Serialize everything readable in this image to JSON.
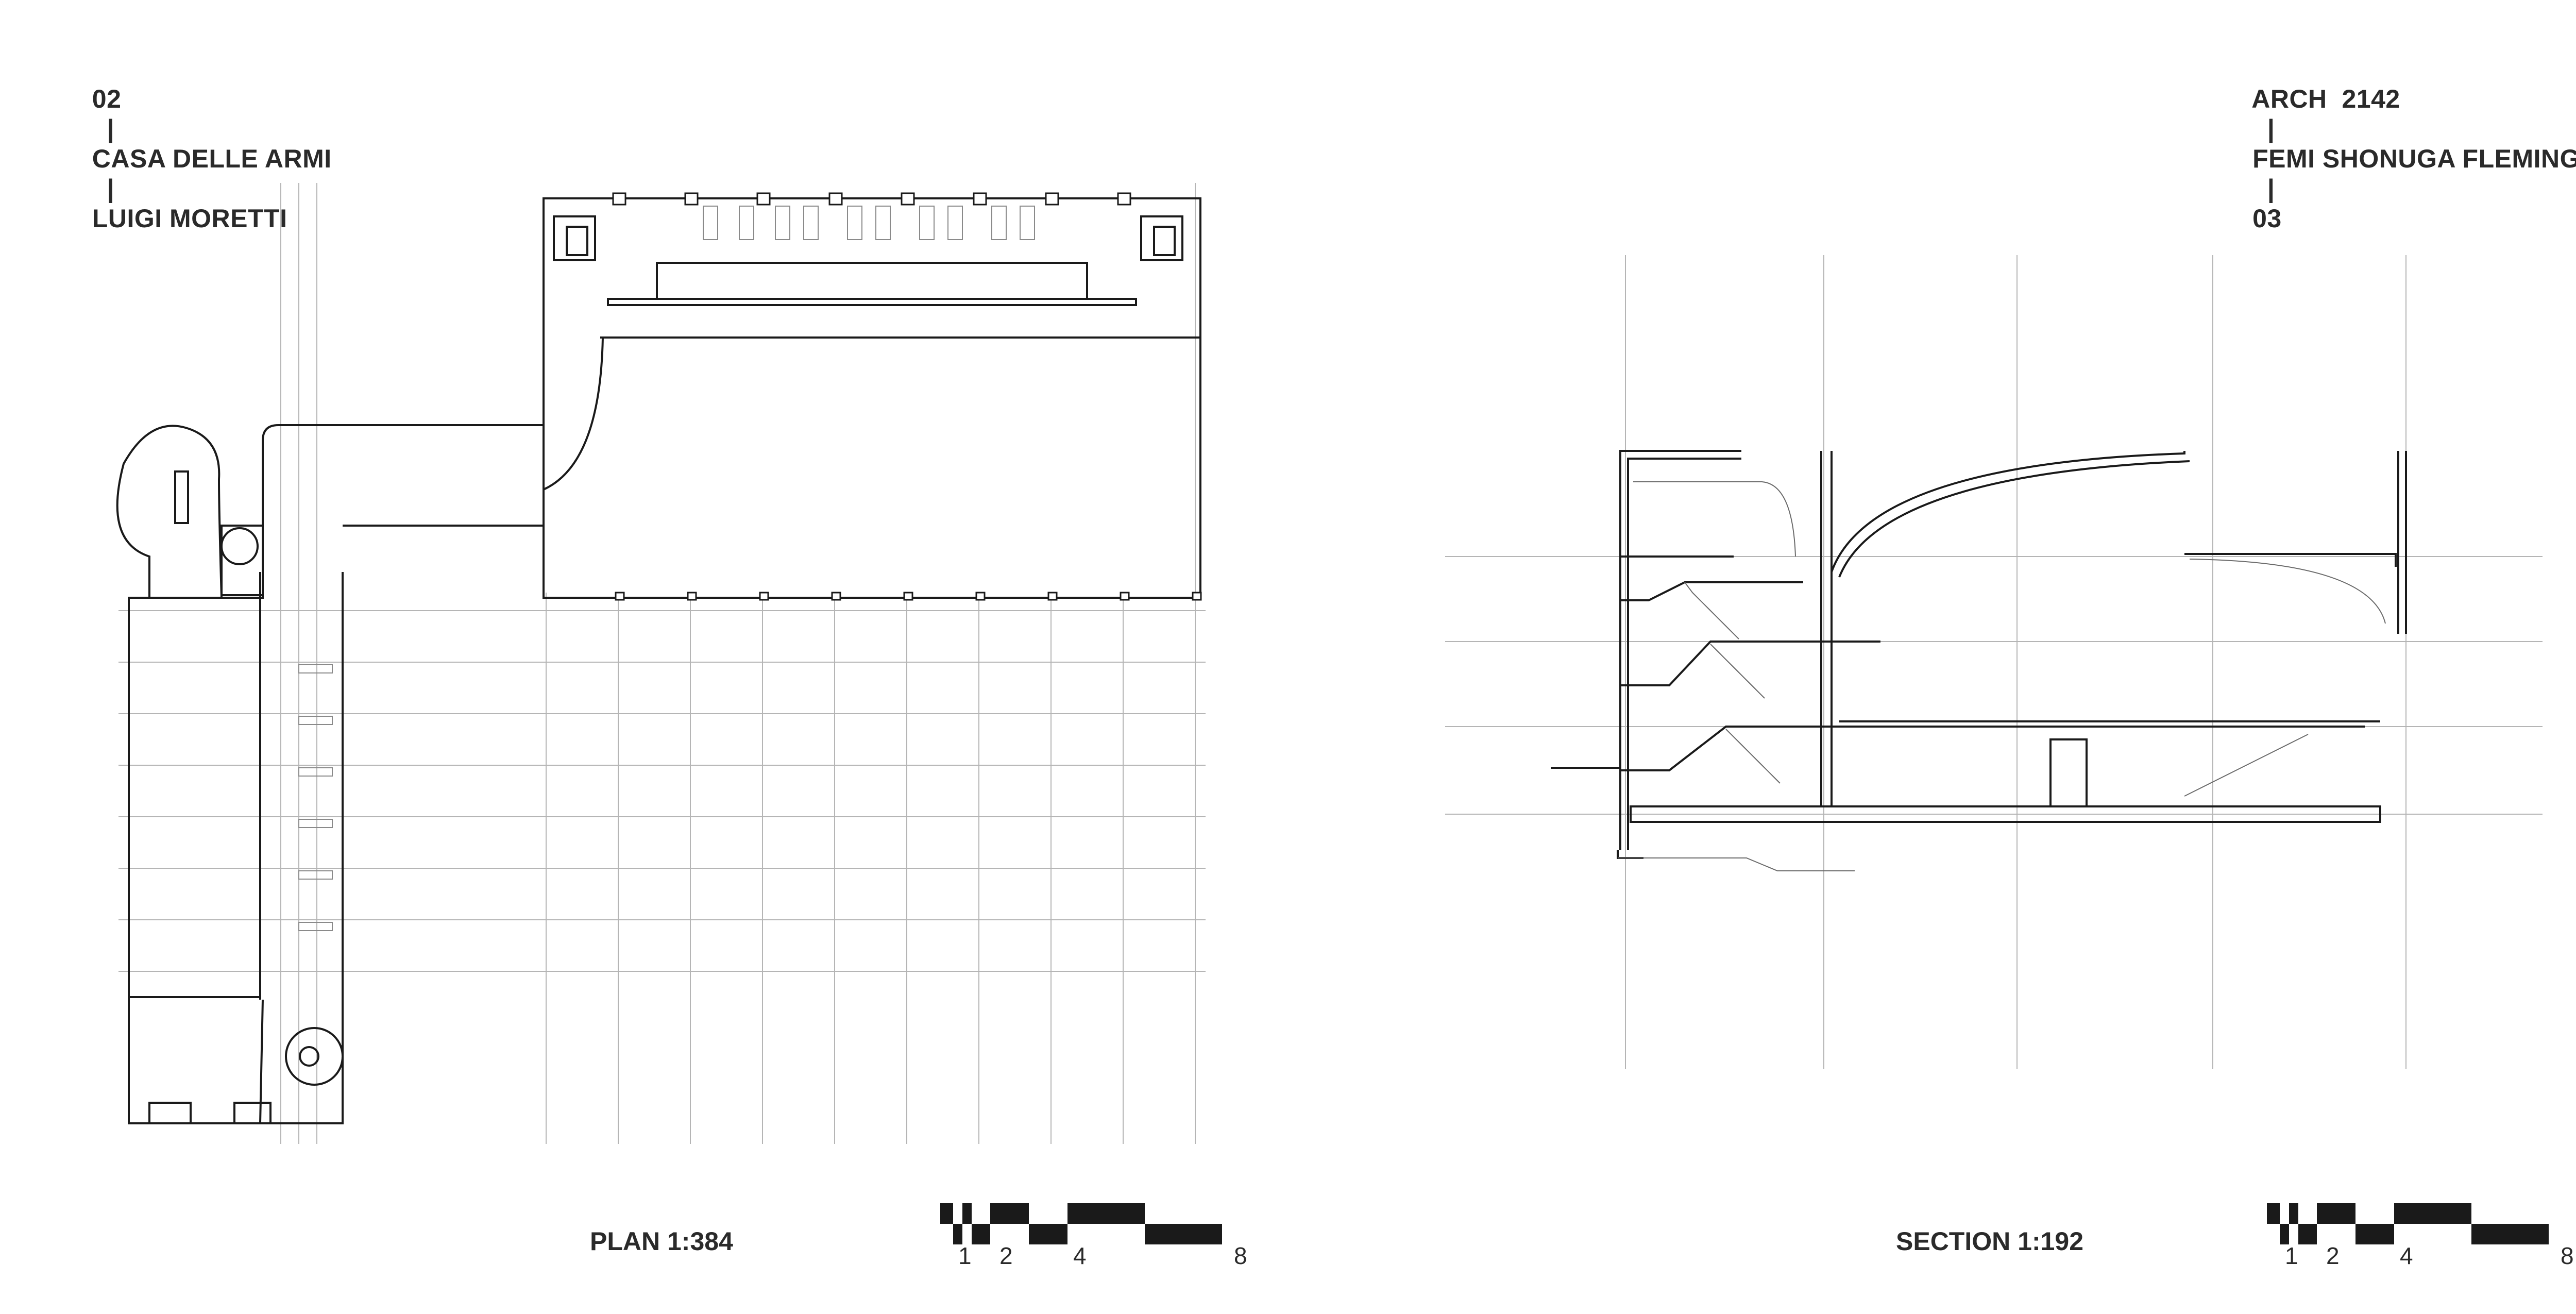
{
  "header_left": {
    "page_number": "02",
    "title": "CASA DELLE ARMI",
    "architect": "LUIGI MORETTI"
  },
  "header_right": {
    "course": "ARCH  2142",
    "author": "FEMI SHONUGA FLEMING",
    "page_number": "03"
  },
  "separator": "|",
  "plan": {
    "caption": "PLAN 1:384"
  },
  "section": {
    "caption": "SECTION 1:192"
  },
  "scale_labels": [
    "1",
    "2",
    "4",
    "8"
  ],
  "colors": {
    "ink": "#1a1a1a",
    "grid": "#b5b5b5",
    "text": "#2a2a2a"
  }
}
